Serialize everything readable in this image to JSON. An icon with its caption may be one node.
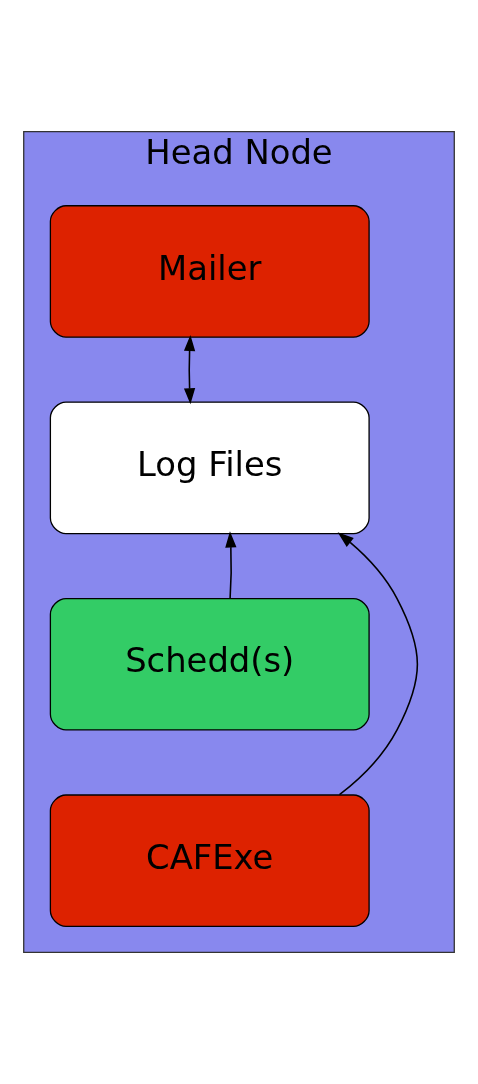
{
  "diagram": {
    "nodes": [
      {
        "text": [
          "Head Node"
        ]
      },
      {
        "text": [
          "Mailer"
        ],
        "in": 0
      },
      {
        "text": [
          "Log Files"
        ],
        "in": 0
      },
      {
        "text": [
          "Schedd(s)"
        ],
        "in": 0
      },
      {
        "text": [
          "CAFExe"
        ],
        "in": 0
      }
    ],
    "edges": [
      {
        "from": 1,
        "to": 2,
        "arrow": "both"
      },
      {
        "from": 3,
        "to": 2,
        "arrow": "to"
      },
      {
        "from": 4,
        "to": 2,
        "arrow": "to"
      }
    ]
  }
}
